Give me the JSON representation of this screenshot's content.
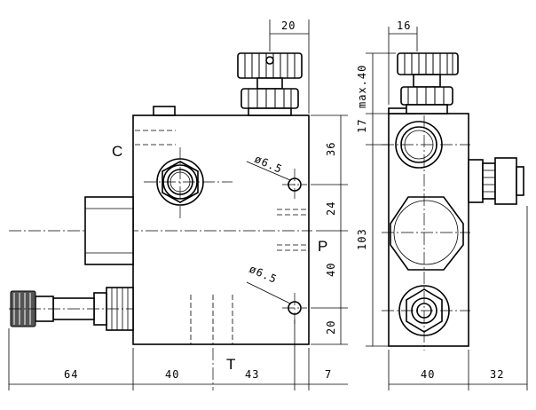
{
  "front_view": {
    "port_labels": {
      "c": "C",
      "p": "P",
      "t": "T"
    },
    "hole_labels": [
      "ø6.5",
      "ø6.5"
    ],
    "top_dims": {
      "knob_offset": "20"
    },
    "right_dims": [
      "36",
      "24",
      "40",
      "20"
    ],
    "bottom_dims": [
      "64",
      "40",
      "43",
      "7"
    ]
  },
  "side_view": {
    "top_dims": {
      "knob_width": "16"
    },
    "vertical_dims": {
      "max_knob": "max.40",
      "port_offset": "17",
      "height": "103"
    },
    "bottom_dims": [
      "40",
      "32"
    ]
  }
}
